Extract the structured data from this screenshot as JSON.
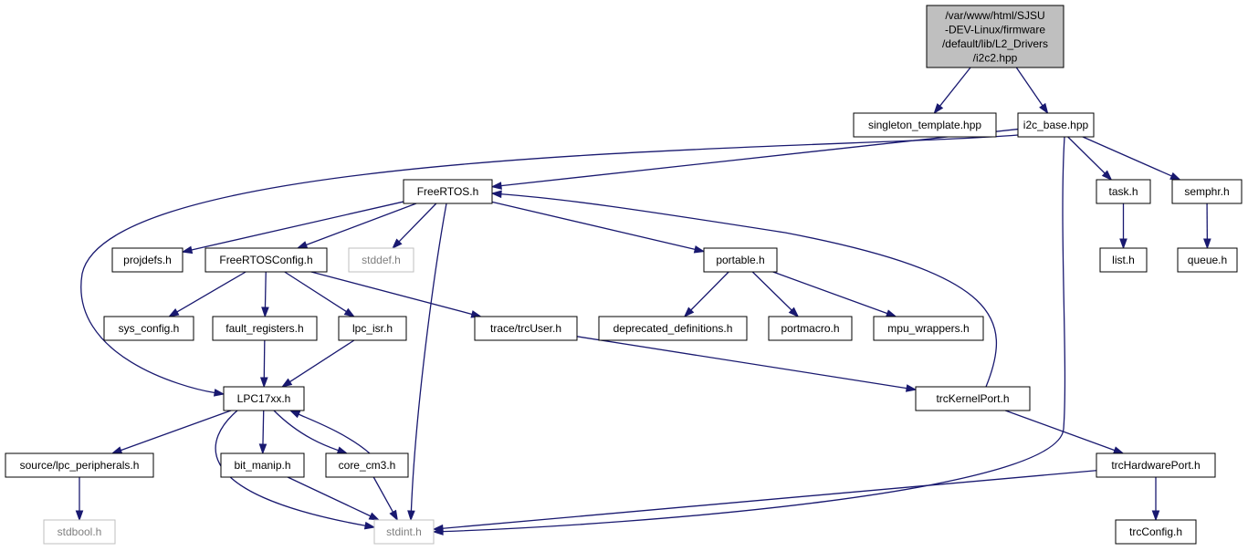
{
  "colors": {
    "edge": "#191970",
    "root_fill": "#bfbfbf",
    "node_fill": "#ffffff",
    "node_border": "#000000",
    "missing_border": "#bfbfbf",
    "missing_text": "#7f7f7f"
  },
  "nodes": [
    {
      "id": "i2c2",
      "lines": [
        "/var/www/html/SJSU",
        "-DEV-Linux/firmware",
        "/default/lib/L2_Drivers",
        "/i2c2.hpp"
      ],
      "kind": "root"
    },
    {
      "id": "singleton",
      "lines": [
        "singleton_template.hpp"
      ],
      "kind": "normal"
    },
    {
      "id": "i2c_base",
      "lines": [
        "i2c_base.hpp"
      ],
      "kind": "normal"
    },
    {
      "id": "freertos",
      "lines": [
        "FreeRTOS.h"
      ],
      "kind": "normal"
    },
    {
      "id": "task",
      "lines": [
        "task.h"
      ],
      "kind": "normal"
    },
    {
      "id": "semphr",
      "lines": [
        "semphr.h"
      ],
      "kind": "normal"
    },
    {
      "id": "projdefs",
      "lines": [
        "projdefs.h"
      ],
      "kind": "normal"
    },
    {
      "id": "freertosconfig",
      "lines": [
        "FreeRTOSConfig.h"
      ],
      "kind": "normal"
    },
    {
      "id": "stddef",
      "lines": [
        "stddef.h"
      ],
      "kind": "missing"
    },
    {
      "id": "portable",
      "lines": [
        "portable.h"
      ],
      "kind": "normal"
    },
    {
      "id": "list",
      "lines": [
        "list.h"
      ],
      "kind": "normal"
    },
    {
      "id": "queue",
      "lines": [
        "queue.h"
      ],
      "kind": "normal"
    },
    {
      "id": "sys_config",
      "lines": [
        "sys_config.h"
      ],
      "kind": "normal"
    },
    {
      "id": "fault_registers",
      "lines": [
        "fault_registers.h"
      ],
      "kind": "normal"
    },
    {
      "id": "lpc_isr",
      "lines": [
        "lpc_isr.h"
      ],
      "kind": "normal"
    },
    {
      "id": "trcuser",
      "lines": [
        "trace/trcUser.h"
      ],
      "kind": "normal"
    },
    {
      "id": "deprecated",
      "lines": [
        "deprecated_definitions.h"
      ],
      "kind": "normal"
    },
    {
      "id": "portmacro",
      "lines": [
        "portmacro.h"
      ],
      "kind": "normal"
    },
    {
      "id": "mpu_wrappers",
      "lines": [
        "mpu_wrappers.h"
      ],
      "kind": "normal"
    },
    {
      "id": "lpc17xx",
      "lines": [
        "LPC17xx.h"
      ],
      "kind": "normal"
    },
    {
      "id": "trckernelport",
      "lines": [
        "trcKernelPort.h"
      ],
      "kind": "normal"
    },
    {
      "id": "lpc_peripherals",
      "lines": [
        "source/lpc_peripherals.h"
      ],
      "kind": "normal"
    },
    {
      "id": "bit_manip",
      "lines": [
        "bit_manip.h"
      ],
      "kind": "normal"
    },
    {
      "id": "core_cm3",
      "lines": [
        "core_cm3.h"
      ],
      "kind": "normal"
    },
    {
      "id": "trchardwareport",
      "lines": [
        "trcHardwarePort.h"
      ],
      "kind": "normal"
    },
    {
      "id": "stdbool",
      "lines": [
        "stdbool.h"
      ],
      "kind": "missing"
    },
    {
      "id": "stdint",
      "lines": [
        "stdint.h"
      ],
      "kind": "missing"
    },
    {
      "id": "trcconfig",
      "lines": [
        "trcConfig.h"
      ],
      "kind": "normal"
    }
  ],
  "edges": [
    {
      "from": "i2c2",
      "to": "singleton"
    },
    {
      "from": "i2c2",
      "to": "i2c_base"
    },
    {
      "from": "i2c_base",
      "to": "freertos"
    },
    {
      "from": "i2c_base",
      "to": "task"
    },
    {
      "from": "i2c_base",
      "to": "semphr"
    },
    {
      "from": "i2c_base",
      "to": "lpc17xx"
    },
    {
      "from": "i2c_base",
      "to": "stdint"
    },
    {
      "from": "freertos",
      "to": "projdefs"
    },
    {
      "from": "freertos",
      "to": "freertosconfig"
    },
    {
      "from": "freertos",
      "to": "stddef"
    },
    {
      "from": "freertos",
      "to": "portable"
    },
    {
      "from": "freertos",
      "to": "stdint"
    },
    {
      "from": "task",
      "to": "list"
    },
    {
      "from": "semphr",
      "to": "queue"
    },
    {
      "from": "freertosconfig",
      "to": "sys_config"
    },
    {
      "from": "freertosconfig",
      "to": "fault_registers"
    },
    {
      "from": "freertosconfig",
      "to": "lpc_isr"
    },
    {
      "from": "freertosconfig",
      "to": "trcuser"
    },
    {
      "from": "portable",
      "to": "deprecated"
    },
    {
      "from": "portable",
      "to": "portmacro"
    },
    {
      "from": "portable",
      "to": "mpu_wrappers"
    },
    {
      "from": "fault_registers",
      "to": "lpc17xx"
    },
    {
      "from": "lpc_isr",
      "to": "lpc17xx"
    },
    {
      "from": "trcuser",
      "to": "trckernelport"
    },
    {
      "from": "lpc17xx",
      "to": "lpc_peripherals"
    },
    {
      "from": "lpc17xx",
      "to": "bit_manip"
    },
    {
      "from": "lpc17xx",
      "to": "core_cm3"
    },
    {
      "from": "lpc17xx",
      "to": "stdint"
    },
    {
      "from": "core_cm3",
      "to": "lpc17xx"
    },
    {
      "from": "core_cm3",
      "to": "stdint"
    },
    {
      "from": "bit_manip",
      "to": "stdint"
    },
    {
      "from": "lpc_peripherals",
      "to": "stdbool"
    },
    {
      "from": "trckernelport",
      "to": "freertos"
    },
    {
      "from": "trckernelport",
      "to": "trchardwareport"
    },
    {
      "from": "trchardwareport",
      "to": "stdint"
    },
    {
      "from": "trchardwareport",
      "to": "trcconfig"
    }
  ]
}
